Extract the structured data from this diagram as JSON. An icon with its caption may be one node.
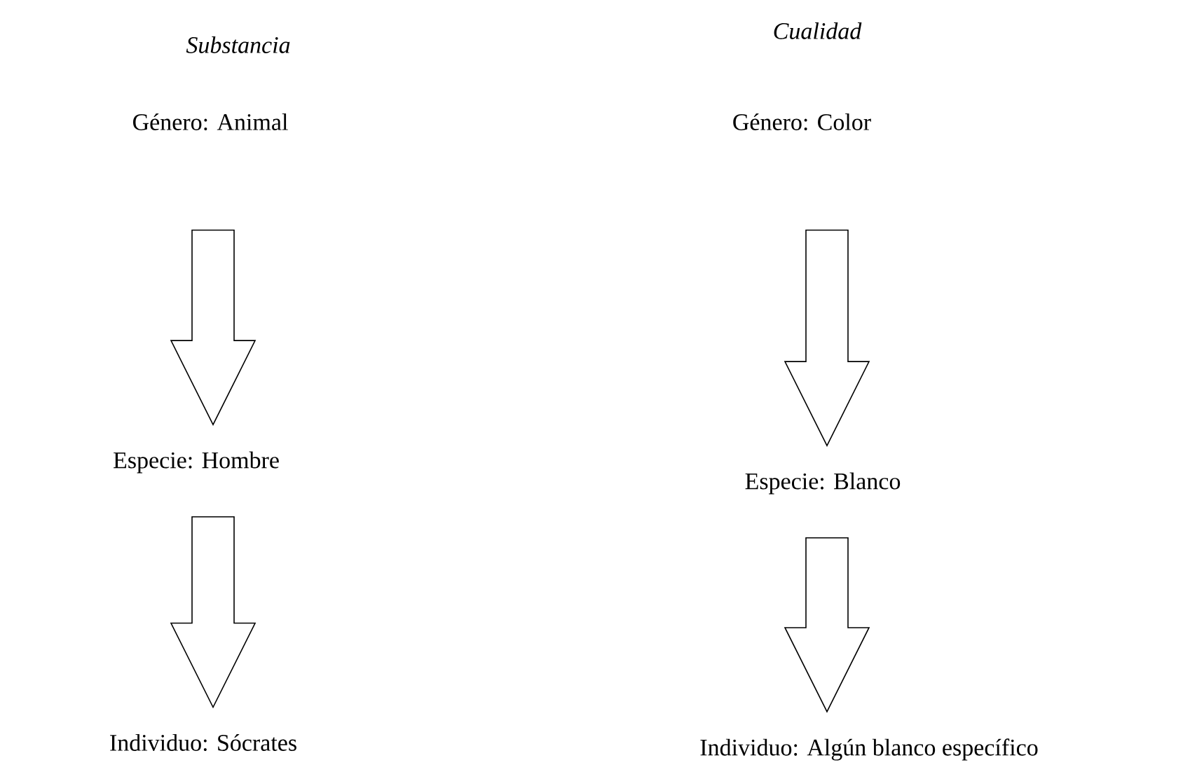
{
  "diagram": {
    "nodes": [
      {
        "text": [
          "Género: Animal"
        ]
      },
      {
        "text": [
          "Especie: Hombre"
        ]
      },
      {
        "text": [
          "Individuo: Sócrates"
        ]
      },
      {
        "text": [
          "Género: Color"
        ]
      },
      {
        "text": [
          "Especie: Blanco"
        ]
      },
      {
        "text": [
          "Individuo: Algún blanco específico"
        ]
      }
    ],
    "edges": [
      {
        "from": 0,
        "to": 1,
        "arrow": "to"
      },
      {
        "from": 1,
        "to": 2,
        "arrow": "to"
      },
      {
        "from": 3,
        "to": 4,
        "arrow": "to"
      },
      {
        "from": 4,
        "to": 5,
        "arrow": "to"
      }
    ],
    "labels": [
      "Substancia",
      "Cualidad"
    ]
  }
}
